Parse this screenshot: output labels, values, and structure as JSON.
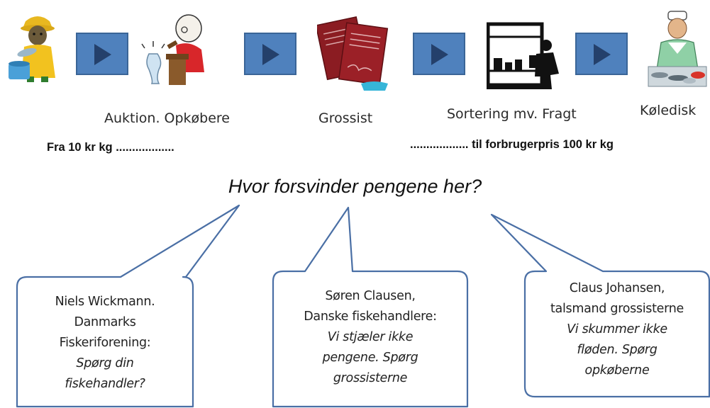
{
  "stages": {
    "auktion": "Auktion. Opkøbere",
    "grossist": "Grossist",
    "sortering": "Sortering mv. Fragt",
    "koledisk": "Køledisk"
  },
  "prices": {
    "from": "Fra 10 kr kg ..................",
    "to": ".................. til forbrugerpris 100 kr kg"
  },
  "question": "Hvor forsvinder pengene her?",
  "bubbles": {
    "left": {
      "line1": "Niels Wickmann.",
      "line2": "Danmarks",
      "line3": "Fiskeriforening:",
      "quote1": "Spørg din",
      "quote2": "fiskehandler?"
    },
    "middle": {
      "line1": "Søren Clausen,",
      "line2": "Danske fiskehandlere:",
      "quote1": "Vi stjæler ikke",
      "quote2": "pengene. Spørg",
      "quote3": "grossisterne"
    },
    "right": {
      "line1": "Claus Johansen,",
      "line2": "talsmand grossisterne",
      "quote1": "Vi skummer ikke",
      "quote2": "fløden. Spørg",
      "quote3": "opkøberne"
    }
  },
  "colors": {
    "arrow_fill": "#4f81bd",
    "arrow_triangle": "#24406b",
    "bubble_stroke": "#4a6fa5"
  },
  "icons": [
    "fisherman-icon",
    "auctioneer-icon",
    "documents-icon",
    "truck-loading-icon",
    "fishmonger-icon"
  ]
}
